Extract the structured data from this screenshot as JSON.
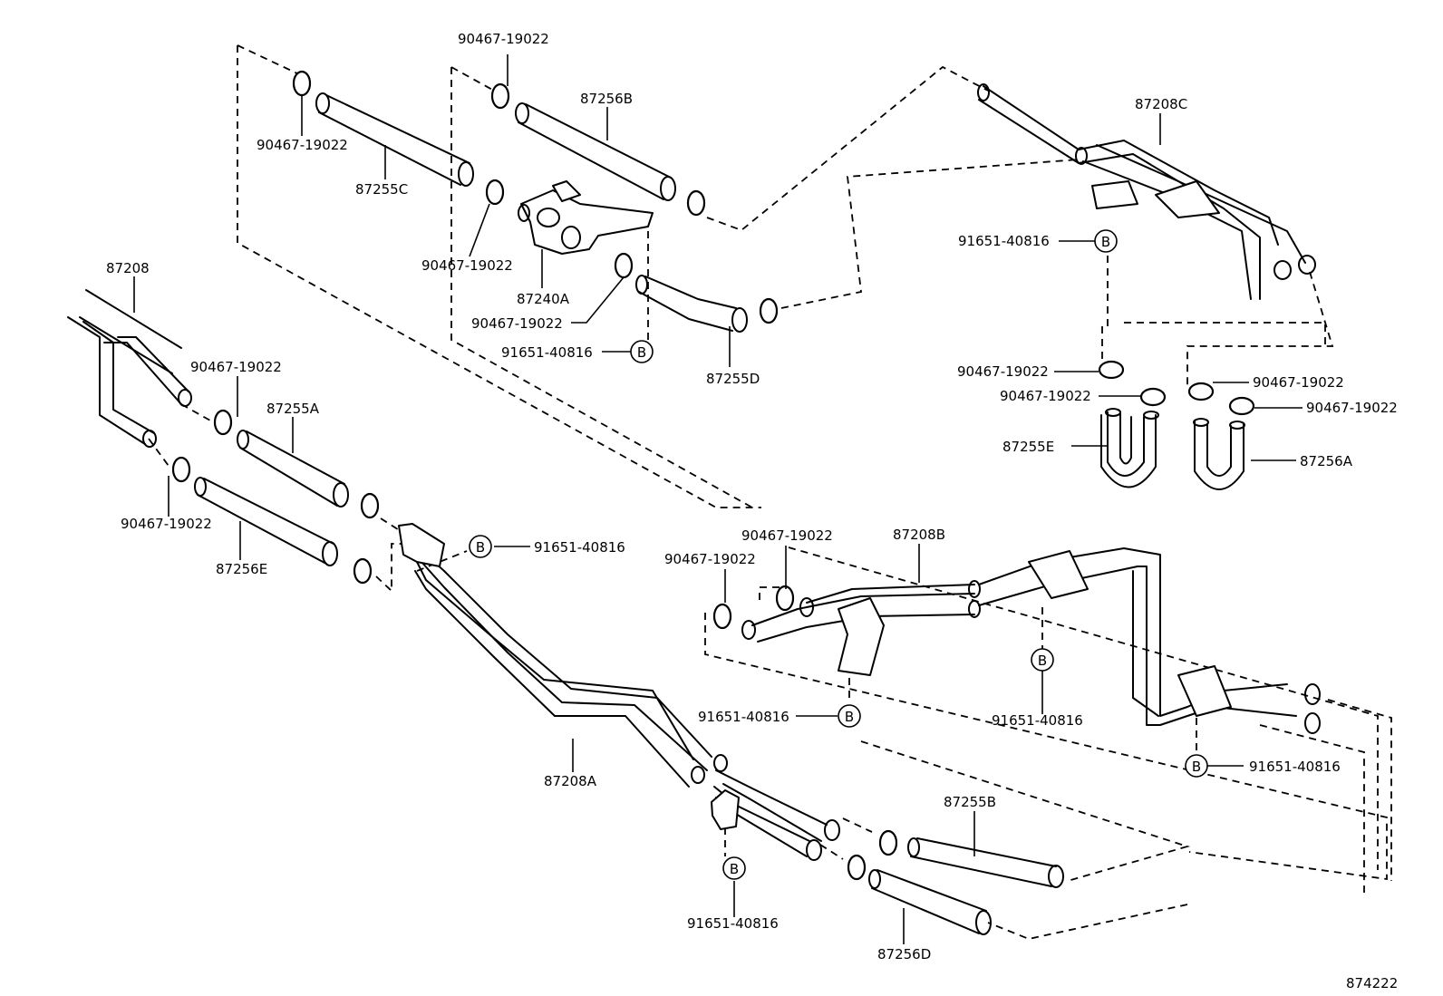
{
  "diagram_id": "874222",
  "parts": {
    "tube_87208": "87208",
    "tube_87208A": "87208A",
    "tube_87208B": "87208B",
    "tube_87208C": "87208C",
    "hose_87255A": "87255A",
    "hose_87255B": "87255B",
    "hose_87255C": "87255C",
    "hose_87255D": "87255D",
    "hose_87255E_left": "87256E",
    "hose_87255E_right": "87255E",
    "hose_87256A": "87256A",
    "hose_87256B": "87256B",
    "hose_87256D": "87256D",
    "valve_87240A": "87240A"
  },
  "clamp_part_no": "90467-19022",
  "bolt_part_no": "91651-40816",
  "bolt_callout_letter": "B"
}
